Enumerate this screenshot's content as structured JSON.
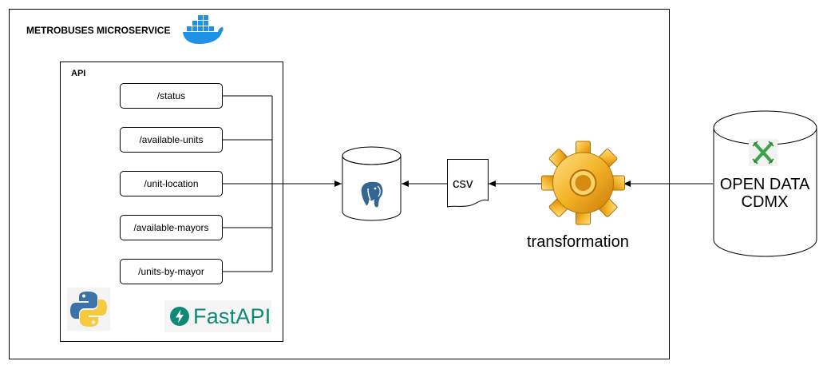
{
  "service": {
    "title": "METROBUSES MICROSERVICE"
  },
  "api": {
    "title": "API",
    "endpoints": [
      "/status",
      "/available-units",
      "/unit-location",
      "/available-mayors",
      "/units-by-mayor"
    ]
  },
  "icons": {
    "docker": "docker-whale-icon",
    "python": "python-logo-icon",
    "fastapi": "fastapi-logo-icon",
    "postgres": "postgresql-elephant-icon",
    "gear": "gear-icon",
    "cdmx": "cdmx-logo-icon"
  },
  "fastapi_label": "FastAPI",
  "database": {
    "name": ""
  },
  "csv": {
    "label": "csv"
  },
  "transform": {
    "label": "transformation"
  },
  "source": {
    "line1": "OPEN DATA",
    "line2": "CDMX"
  },
  "colors": {
    "docker": "#1d91e6",
    "fastapi": "#0e8a77",
    "python_blue": "#3b73a8",
    "python_yellow": "#f7c93e",
    "gear": "#f0a020",
    "cdmx_green": "#3aa544"
  }
}
